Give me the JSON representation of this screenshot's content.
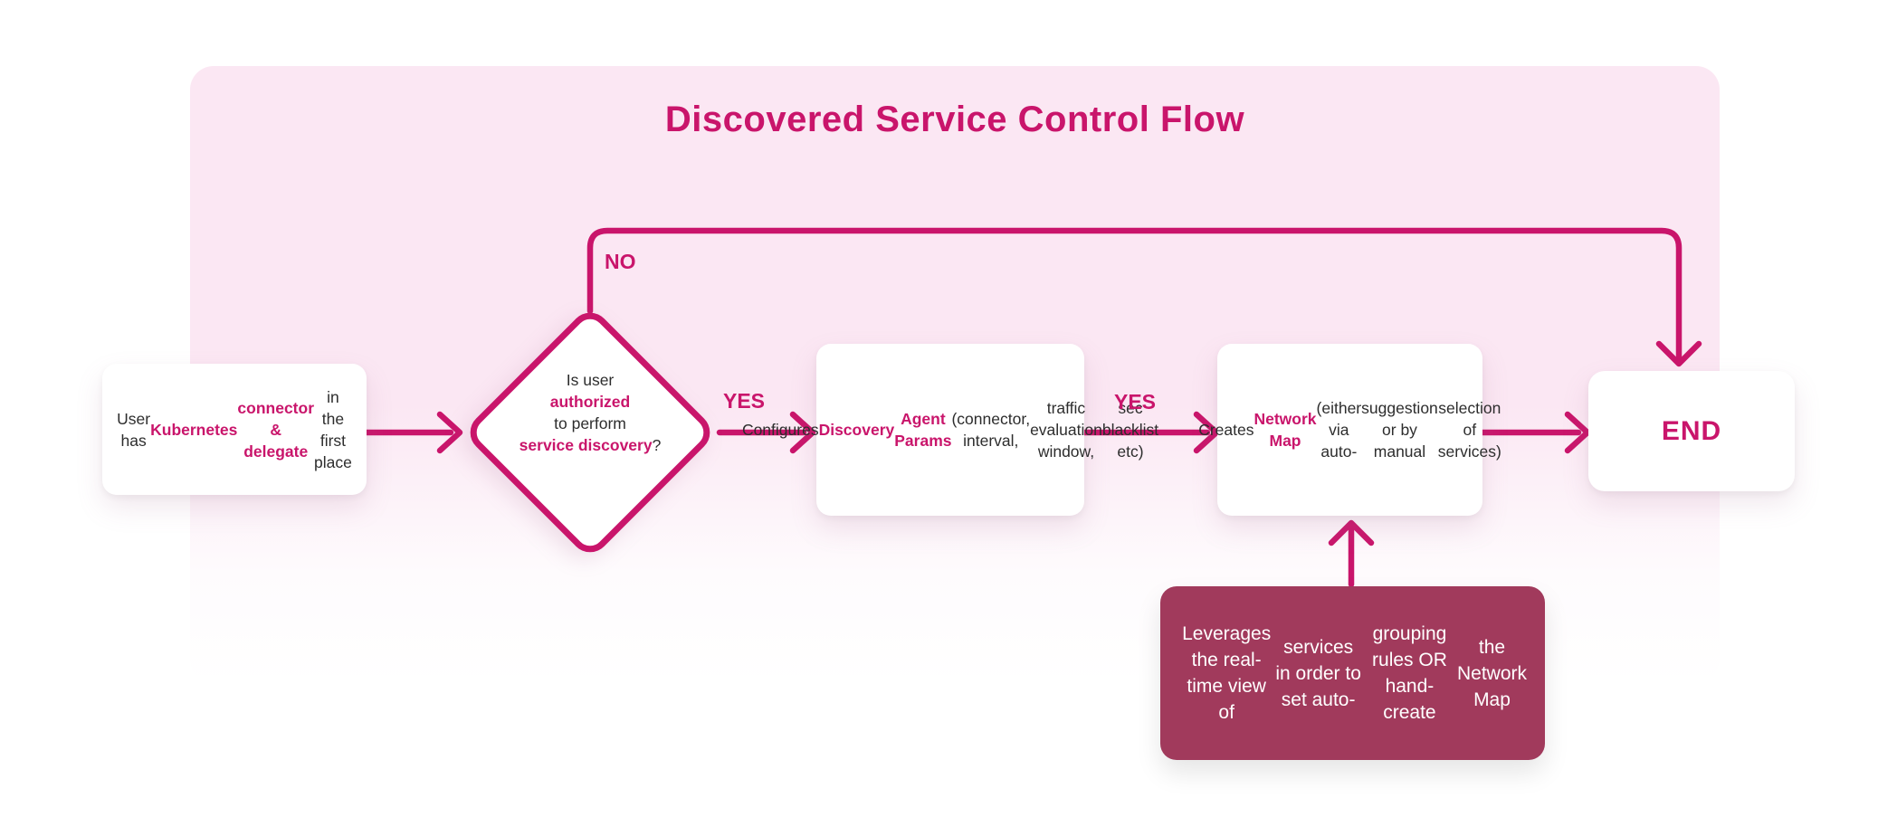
{
  "title": "Discovered Service Control Flow",
  "colors": {
    "accent": "#C9156B",
    "panel_pink": "#FBE7F3",
    "callout_bg": "#A13A5C",
    "node_bg": "#FFFFFF",
    "dark_text": "#2D2D2D",
    "callout_text": "#FFFFFF"
  },
  "flow": {
    "start_node": {
      "segments": [
        {
          "t": "User has ",
          "h": false
        },
        {
          "t": "Kubernetes",
          "h": true,
          "br": true
        },
        {
          "t": "connector & delegate",
          "h": true,
          "br": true
        },
        {
          "t": "in the first place",
          "h": false
        }
      ]
    },
    "decision_node": {
      "segments": [
        {
          "t": "Is user",
          "h": false,
          "br": true
        },
        {
          "t": "authorized",
          "h": true,
          "br": true
        },
        {
          "t": "to perform",
          "h": false,
          "br": true
        },
        {
          "t": "service discovery",
          "h": true
        },
        {
          "t": "?",
          "h": false
        }
      ]
    },
    "params_node": {
      "segments": [
        {
          "t": "Configures ",
          "h": false
        },
        {
          "t": "Discovery",
          "h": true,
          "br": true
        },
        {
          "t": "Agent Params",
          "h": true,
          "br": true
        },
        {
          "t": "(connector, interval,",
          "h": false,
          "br": true
        },
        {
          "t": "traffic evaluation window,",
          "h": false,
          "br": true
        },
        {
          "t": "sec blacklist etc)",
          "h": false
        }
      ]
    },
    "network_map_node": {
      "segments": [
        {
          "t": "Creates ",
          "h": false
        },
        {
          "t": "Network Map",
          "h": true,
          "br": true
        },
        {
          "t": "(either via auto-",
          "h": false,
          "br": true
        },
        {
          "t": "suggestion or by manual",
          "h": false,
          "br": true
        },
        {
          "t": "selection of services)",
          "h": false
        }
      ]
    },
    "end_node": {
      "label": "END"
    },
    "edge_labels": {
      "no": "NO",
      "yes_after_decision": "YES",
      "yes_after_params": "YES"
    },
    "callout_note": {
      "segments": [
        {
          "t": "Leverages the real-time view of",
          "h": false,
          "br": true
        },
        {
          "t": "services in order to set auto-",
          "h": false,
          "br": true
        },
        {
          "t": "grouping rules OR hand-create",
          "h": false,
          "br": true
        },
        {
          "t": "the Network Map",
          "h": false
        }
      ]
    }
  }
}
